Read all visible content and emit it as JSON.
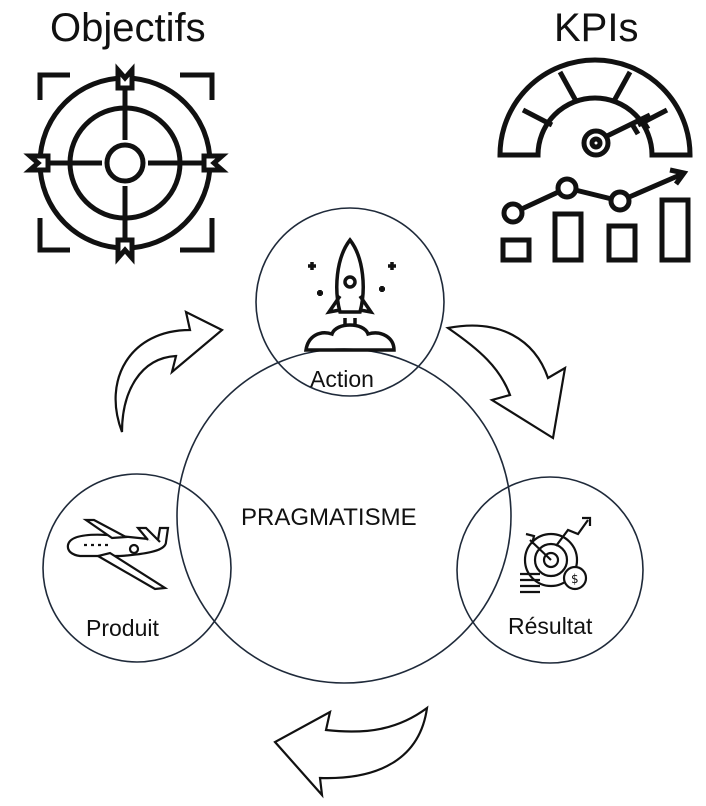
{
  "titles": {
    "objectives": "Objectifs",
    "kpis": "KPIs"
  },
  "cycle": {
    "center": "PRAGMATISME",
    "action": "Action",
    "produit": "Produit",
    "resultat": "Résultat"
  },
  "icons": {
    "objectives": "target-with-arrows-icon",
    "kpis": "gauge-key-and-bar-chart-icon",
    "action": "rocket-launch-icon",
    "produit": "jet-airplane-icon",
    "resultat": "target-and-coins-icon"
  },
  "colors": {
    "circle_stroke": "#1f2a3a",
    "ink": "#111111"
  }
}
